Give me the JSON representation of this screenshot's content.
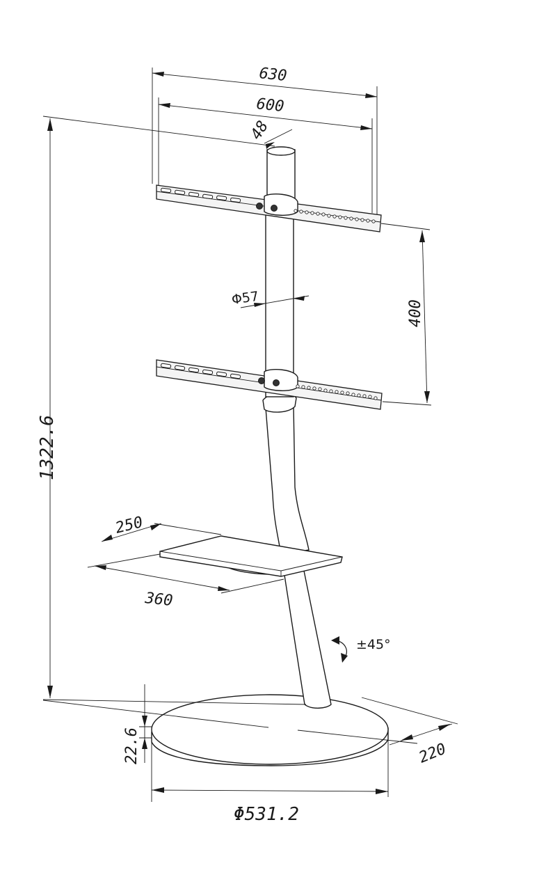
{
  "dimensions": {
    "outer_width": "630",
    "inner_width": "600",
    "pole_top": "48",
    "pole_diameter": "Φ57",
    "vertical_spacing": "400",
    "total_height": "1322.6",
    "shelf_depth": "250",
    "shelf_width": "360",
    "rotation": "±45°",
    "base_thickness": "22.6",
    "base_depth": "220",
    "base_diameter": "Φ531.2"
  }
}
